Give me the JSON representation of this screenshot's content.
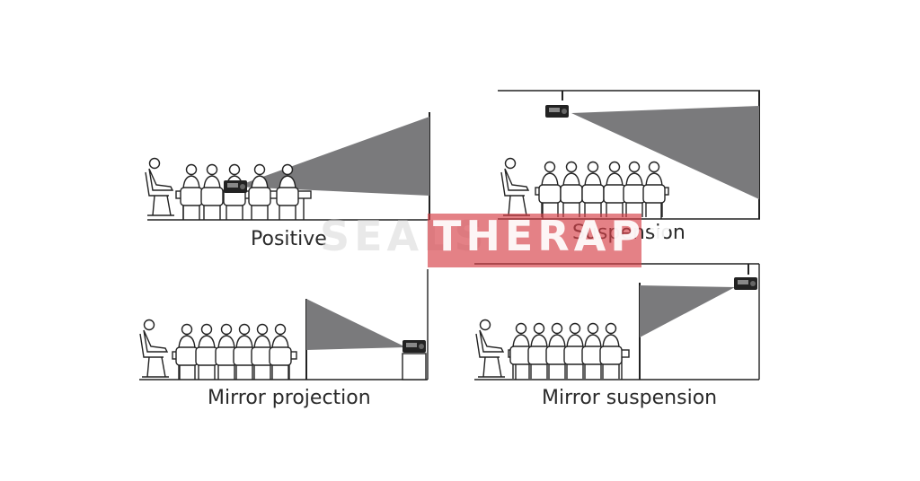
{
  "captions": {
    "positive": "Positive",
    "suspension": "Suspension",
    "mirror_projection": "Mirror projection",
    "mirror_suspension": "Mirror suspension"
  },
  "watermark": {
    "prefix": "SEALS",
    "brand": "THERAPY"
  },
  "colors": {
    "beam": "#7a7a7c",
    "line": "#222222",
    "watermark": "#d64048"
  },
  "icons": [
    "person-icon",
    "chair-icon",
    "table-icon",
    "projector-icon",
    "screen-icon"
  ]
}
